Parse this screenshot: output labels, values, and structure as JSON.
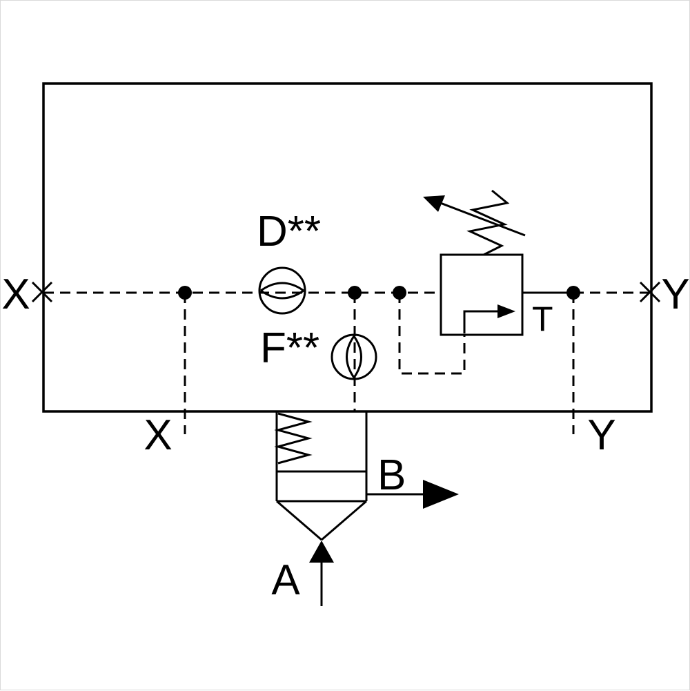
{
  "labels": {
    "port_x_left": "X",
    "port_y_right": "Y",
    "port_x_bottom": "X",
    "port_y_bottom": "Y",
    "port_t": "T",
    "port_b": "B",
    "port_a": "A",
    "orifice_d": "D**",
    "orifice_f": "F**"
  },
  "colors": {
    "line": "#000000",
    "background": "#ffffff"
  }
}
